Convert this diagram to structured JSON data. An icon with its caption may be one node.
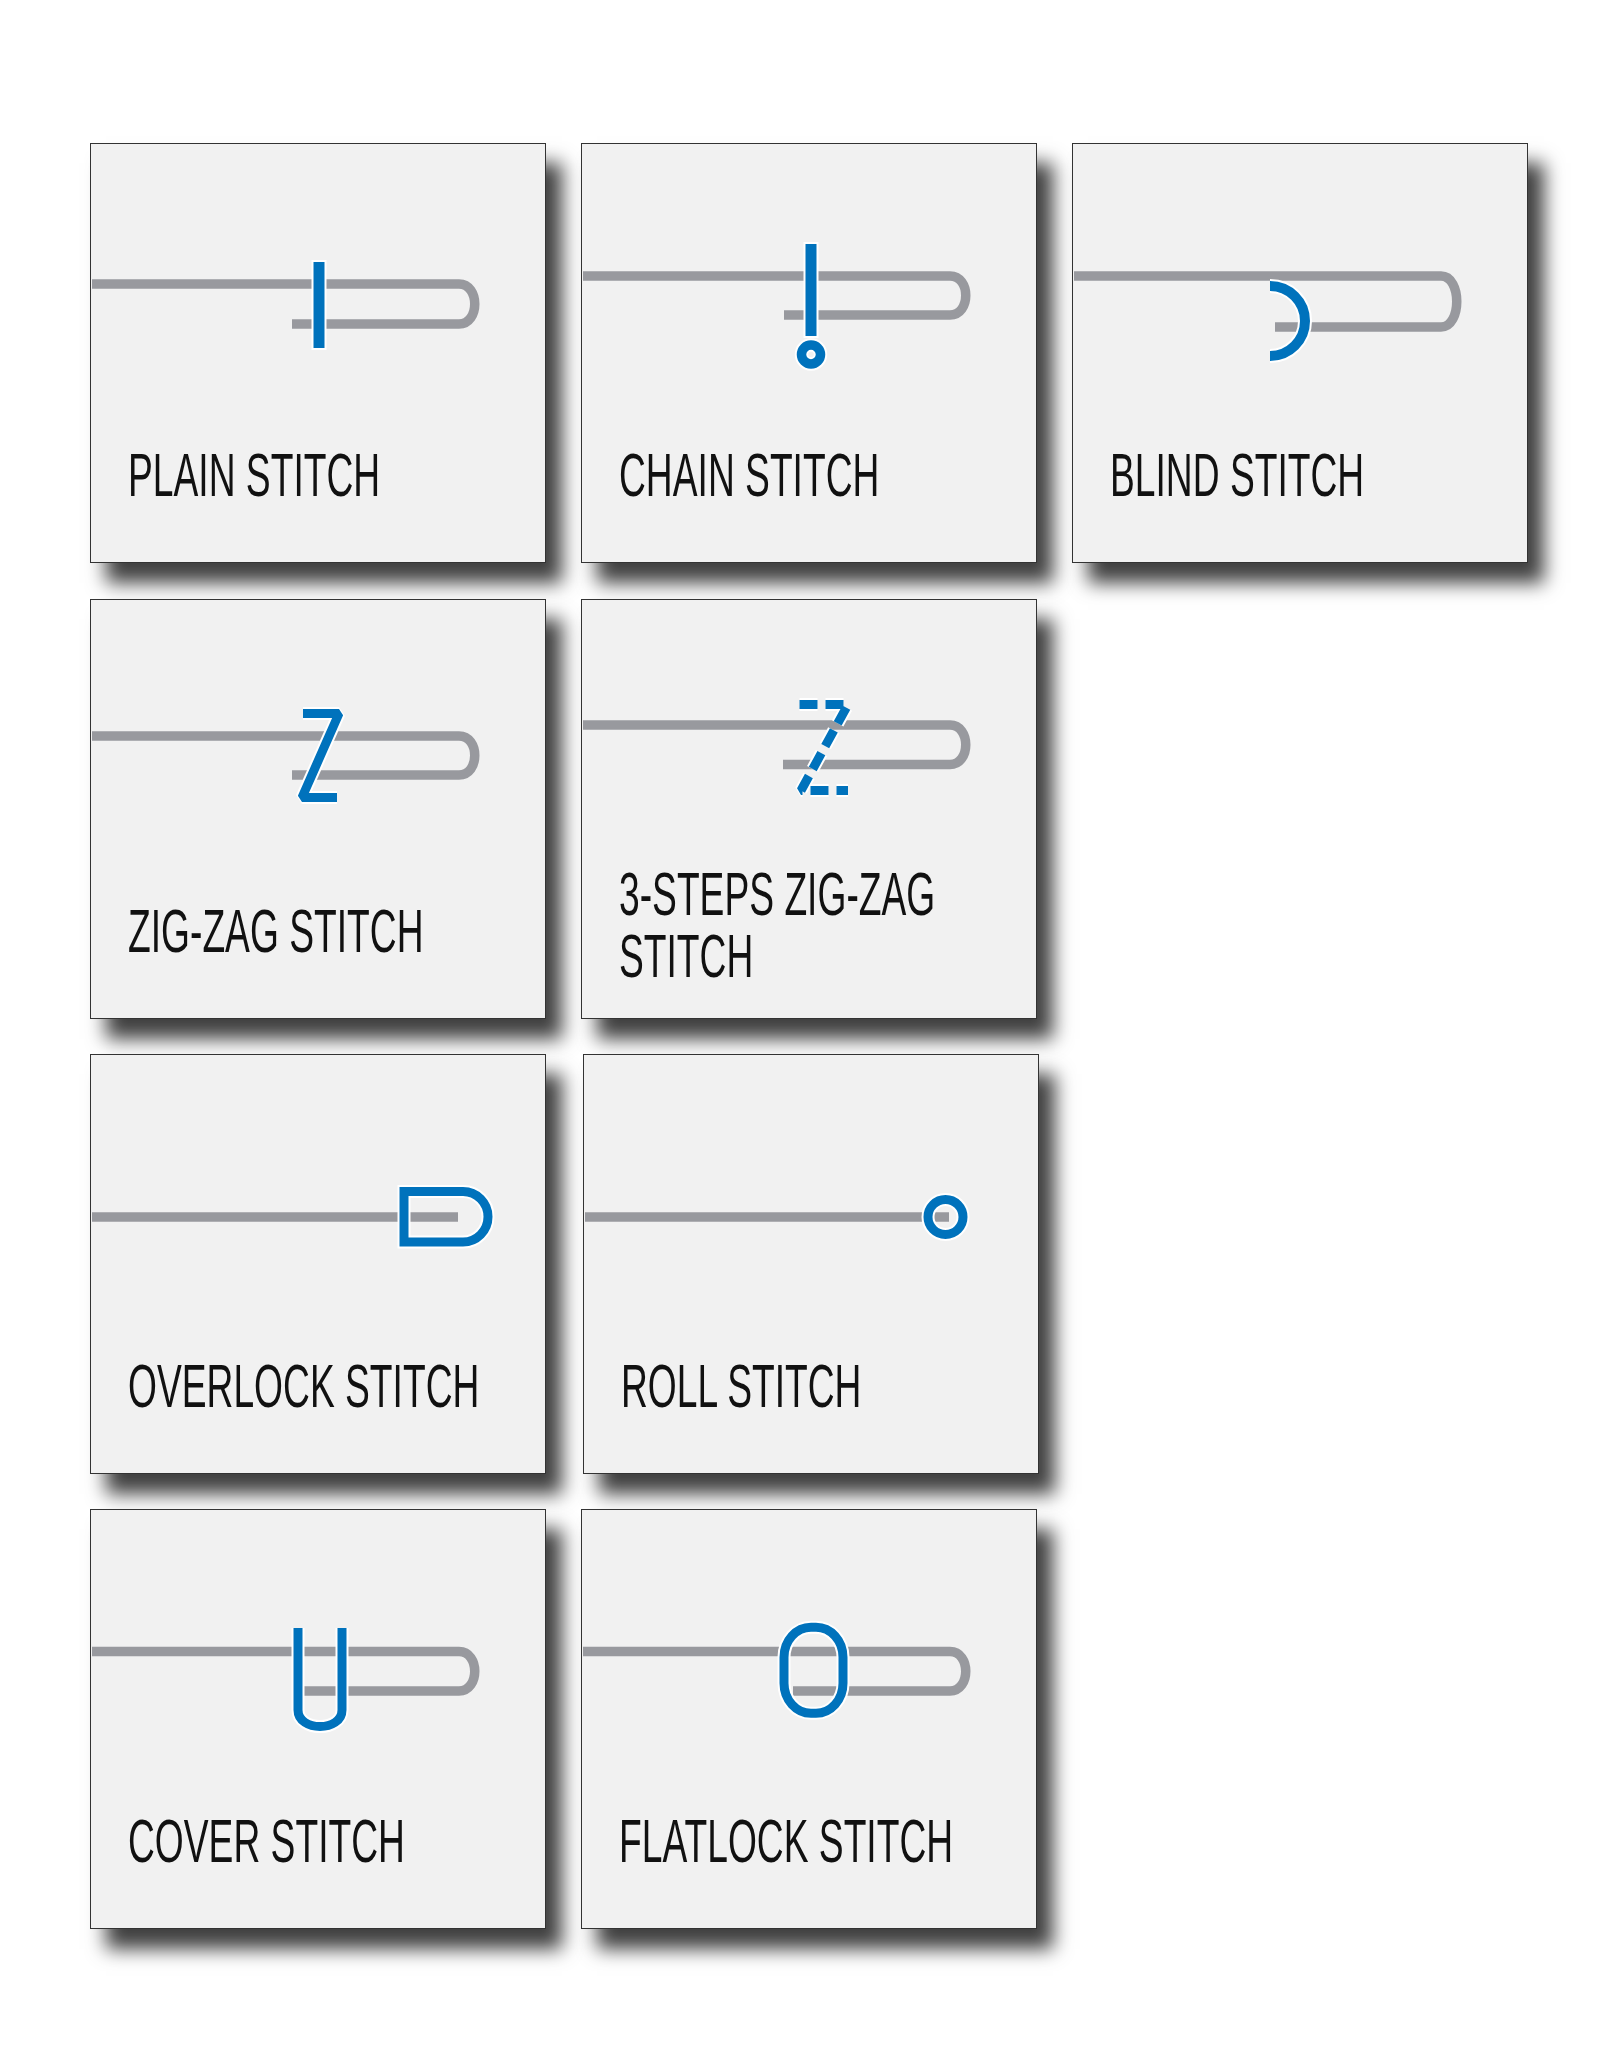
{
  "diagram": {
    "nodes": [
      {
        "text": [
          "PLAIN STITCH"
        ]
      },
      {
        "text": [
          "CHAIN STITCH"
        ]
      },
      {
        "text": [
          "BLIND STITCH"
        ]
      },
      {
        "text": [
          "ZIG-ZAG STITCH"
        ]
      },
      {
        "text": [
          "3-STEPS ZIG-ZAG STITCH"
        ]
      },
      {
        "text": [
          "OVERLOCK STITCH"
        ]
      },
      {
        "text": [
          "ROLL STITCH"
        ]
      },
      {
        "text": [
          "COVER STITCH"
        ]
      },
      {
        "text": [
          "FLATLOCK STITCH"
        ]
      }
    ]
  }
}
